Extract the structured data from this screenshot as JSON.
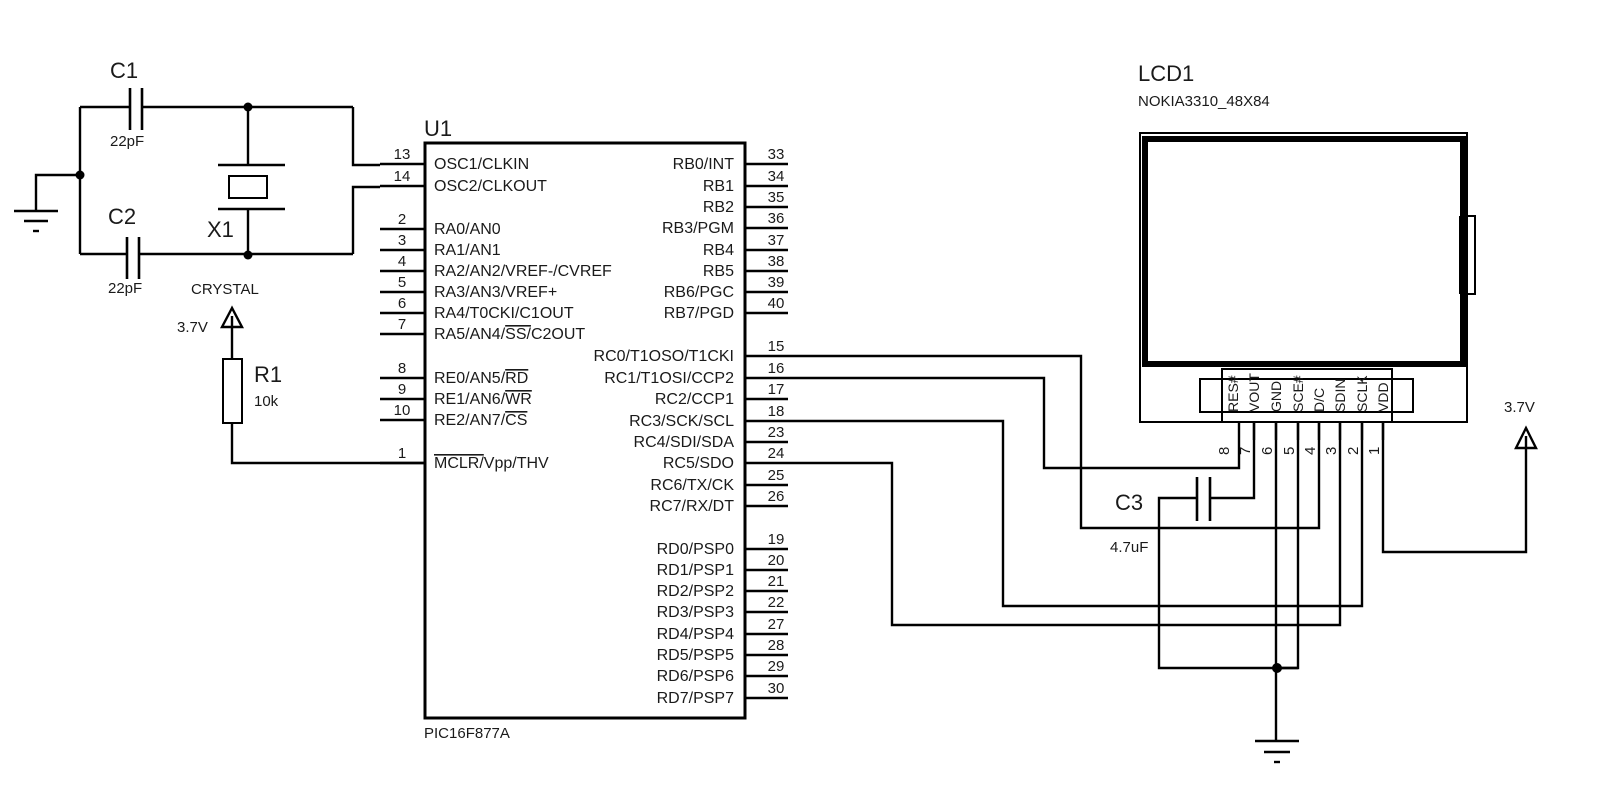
{
  "schematic": {
    "components": {
      "C1": {
        "ref": "C1",
        "value": "22pF"
      },
      "C2": {
        "ref": "C2",
        "value": "22pF"
      },
      "C3": {
        "ref": "C3",
        "value": "4.7uF"
      },
      "X1": {
        "ref": "X1",
        "value": "CRYSTAL"
      },
      "R1": {
        "ref": "R1",
        "value": "10k"
      },
      "U1": {
        "ref": "U1",
        "value": "PIC16F877A"
      },
      "LCD1": {
        "ref": "LCD1",
        "value": "NOKIA3310_48X84"
      }
    },
    "power": {
      "left_supply": "3.7V",
      "right_supply": "3.7V"
    },
    "u1_left_pins": [
      {
        "num": "13",
        "name": "OSC1/CLKIN"
      },
      {
        "num": "14",
        "name": "OSC2/CLKOUT"
      },
      {
        "num": "2",
        "name": "RA0/AN0"
      },
      {
        "num": "3",
        "name": "RA1/AN1"
      },
      {
        "num": "4",
        "name": "RA2/AN2/VREF-/CVREF"
      },
      {
        "num": "5",
        "name": "RA3/AN3/VREF+"
      },
      {
        "num": "6",
        "name": "RA4/T0CKI/C1OUT"
      },
      {
        "num": "7",
        "name": "RA5/AN4/SS/C2OUT"
      },
      {
        "num": "8",
        "name": "RE0/AN5/RD"
      },
      {
        "num": "9",
        "name": "RE1/AN6/WR"
      },
      {
        "num": "10",
        "name": "RE2/AN7/CS"
      },
      {
        "num": "1",
        "name": "MCLR/Vpp/THV"
      }
    ],
    "u1_right_pins": [
      {
        "num": "33",
        "name": "RB0/INT"
      },
      {
        "num": "34",
        "name": "RB1"
      },
      {
        "num": "35",
        "name": "RB2"
      },
      {
        "num": "36",
        "name": "RB3/PGM"
      },
      {
        "num": "37",
        "name": "RB4"
      },
      {
        "num": "38",
        "name": "RB5"
      },
      {
        "num": "39",
        "name": "RB6/PGC"
      },
      {
        "num": "40",
        "name": "RB7/PGD"
      },
      {
        "num": "15",
        "name": "RC0/T1OSO/T1CKI"
      },
      {
        "num": "16",
        "name": "RC1/T1OSI/CCP2"
      },
      {
        "num": "17",
        "name": "RC2/CCP1"
      },
      {
        "num": "18",
        "name": "RC3/SCK/SCL"
      },
      {
        "num": "23",
        "name": "RC4/SDI/SDA"
      },
      {
        "num": "24",
        "name": "RC5/SDO"
      },
      {
        "num": "25",
        "name": "RC6/TX/CK"
      },
      {
        "num": "26",
        "name": "RC7/RX/DT"
      },
      {
        "num": "19",
        "name": "RD0/PSP0"
      },
      {
        "num": "20",
        "name": "RD1/PSP1"
      },
      {
        "num": "21",
        "name": "RD2/PSP2"
      },
      {
        "num": "22",
        "name": "RD3/PSP3"
      },
      {
        "num": "27",
        "name": "RD4/PSP4"
      },
      {
        "num": "28",
        "name": "RD5/PSP5"
      },
      {
        "num": "29",
        "name": "RD6/PSP6"
      },
      {
        "num": "30",
        "name": "RD7/PSP7"
      }
    ],
    "lcd_pins": [
      {
        "num": "8",
        "name": "RES#"
      },
      {
        "num": "7",
        "name": "VOUT"
      },
      {
        "num": "6",
        "name": "GND"
      },
      {
        "num": "5",
        "name": "SCE#"
      },
      {
        "num": "4",
        "name": "D/C"
      },
      {
        "num": "3",
        "name": "SDIN"
      },
      {
        "num": "2",
        "name": "SCLK"
      },
      {
        "num": "1",
        "name": "VDD"
      }
    ]
  }
}
